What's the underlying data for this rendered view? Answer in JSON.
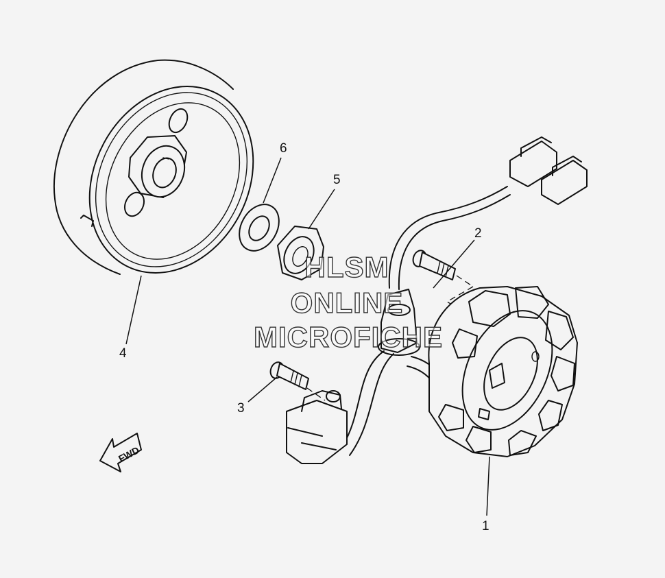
{
  "callouts": [
    "1",
    "2",
    "3",
    "4",
    "5",
    "6"
  ],
  "direction_label": "FWD",
  "watermark": [
    "HLSM",
    "ONLINE",
    "MICROFICHE"
  ],
  "colors": {
    "background": "#f4f4f4",
    "line": "#111111"
  }
}
